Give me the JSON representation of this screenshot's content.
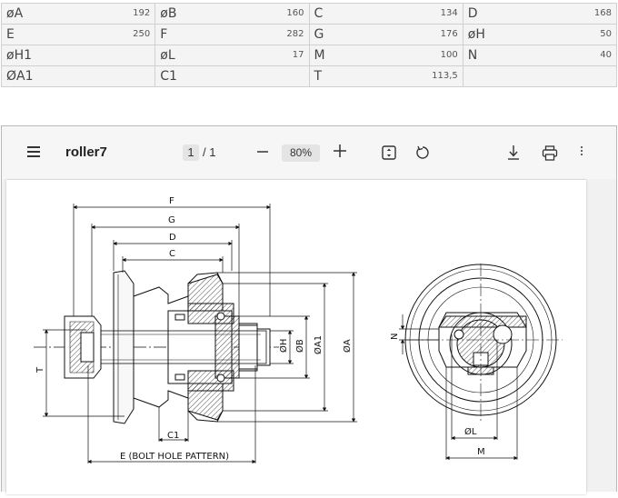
{
  "specs": [
    [
      {
        "label": "øA",
        "value": "192"
      },
      {
        "label": "øB",
        "value": "160"
      },
      {
        "label": "C",
        "value": "134"
      },
      {
        "label": "D",
        "value": "168"
      }
    ],
    [
      {
        "label": "E",
        "value": "250"
      },
      {
        "label": "F",
        "value": "282"
      },
      {
        "label": "G",
        "value": "176"
      },
      {
        "label": "øH",
        "value": "50"
      }
    ],
    [
      {
        "label": "øH1",
        "value": ""
      },
      {
        "label": "øL",
        "value": "17"
      },
      {
        "label": "M",
        "value": "100"
      },
      {
        "label": "N",
        "value": "40"
      }
    ],
    [
      {
        "label": "ØA1",
        "value": ""
      },
      {
        "label": "C1",
        "value": ""
      },
      {
        "label": "T",
        "value": "113,5"
      },
      {
        "label": "",
        "value": ""
      }
    ]
  ],
  "viewer": {
    "title": "roller7",
    "page_current": "1",
    "page_sep": "/ 1",
    "zoom": "80%",
    "minus": "—",
    "plus": "+"
  },
  "icons": [
    "menu-icon",
    "fit-page-icon",
    "rotate-icon",
    "download-icon",
    "print-icon",
    "more-options-icon"
  ],
  "drawing": {
    "labels": {
      "F": "F",
      "G": "G",
      "D": "D",
      "C": "C",
      "C1": "C1",
      "E": "E (BOLT HOLE PATTERN)",
      "T": "T",
      "H": "ØH",
      "B": "ØB",
      "A1": "ØA1",
      "A": "ØA",
      "N": "N",
      "L": "ØL",
      "M": "M"
    }
  }
}
